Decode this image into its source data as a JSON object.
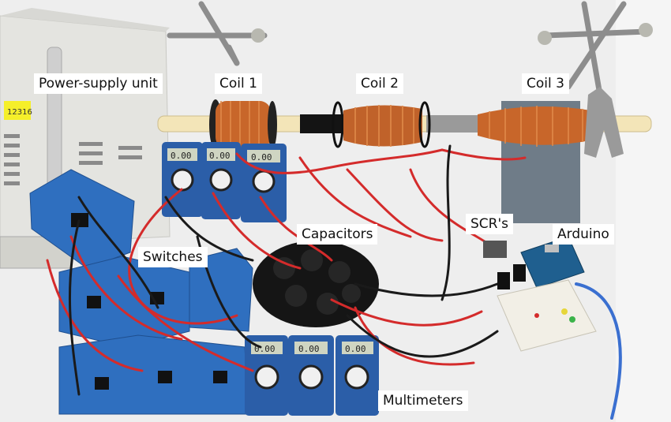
{
  "labels": {
    "power_supply": "Power-supply unit",
    "coil1": "Coil 1",
    "coil2": "Coil 2",
    "coil3": "Coil 3",
    "capacitors": "Capacitors",
    "scrs": "SCR's",
    "arduino": "Arduino",
    "switches": "Switches",
    "multimeters": "Multimeters"
  },
  "meter_readouts": [
    "0.00",
    "0.00",
    "0.00",
    "0.00",
    "0.00",
    "0.00"
  ],
  "psu_sticker": "12316",
  "colors": {
    "copper": "#c8662a",
    "switch_blue": "#2f6fbf",
    "meter_blue": "#2b5ea8",
    "wire_red": "#d42b2b",
    "wire_black": "#1a1a1a",
    "wire_blue": "#3a6fd0",
    "board_green": "#1f5f8f",
    "breadboard": "#f2efe6"
  }
}
